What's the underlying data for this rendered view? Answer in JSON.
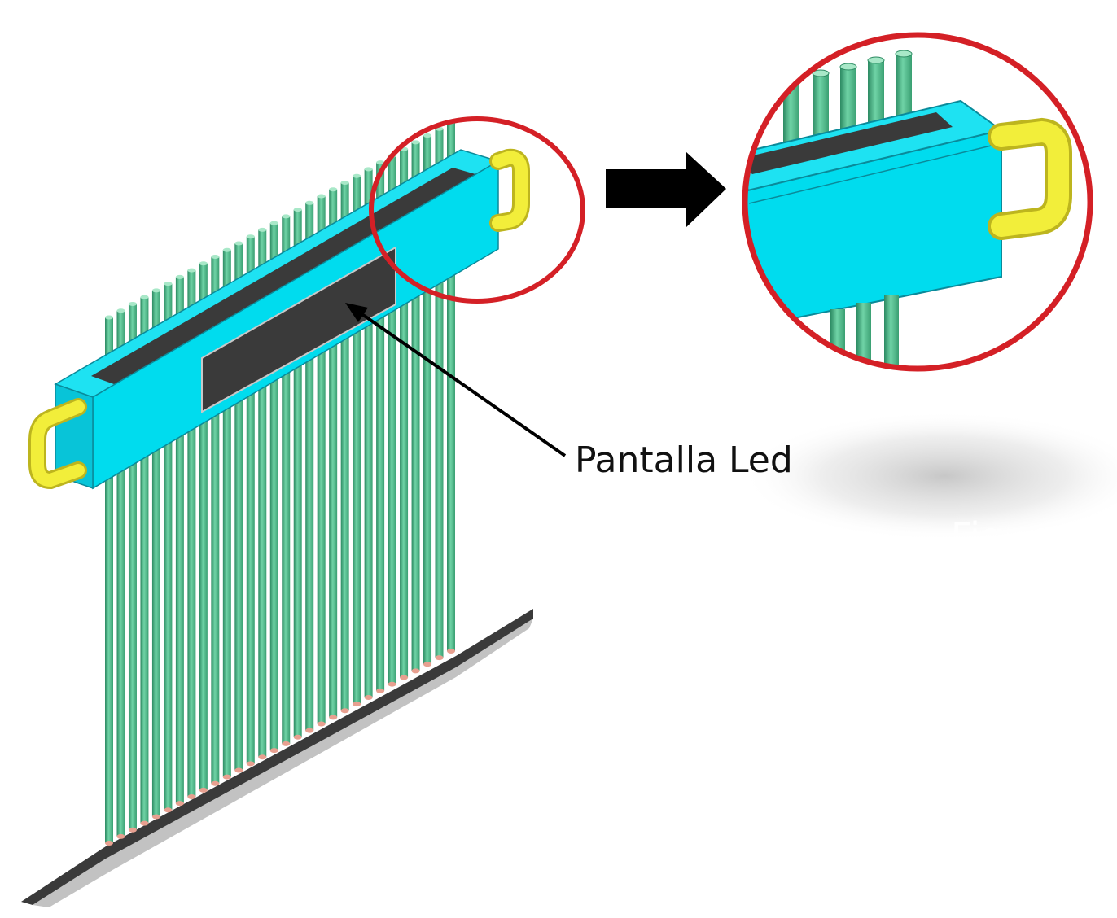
{
  "annotation": {
    "label": "Pantalla Led"
  },
  "background_text": "Figur",
  "rod_count": 30,
  "colors": {
    "box": "#00dcee",
    "box_top": "#20e6f4",
    "box_dark": "#08b8cc",
    "panel": "#3a3a3a",
    "rod": "#5fc79a",
    "rod_shade": "#2c8a62",
    "rod_highlight": "#a8e8c8",
    "handle": "#f2ee3a",
    "handle_shade": "#bdb51e",
    "circle": "#d42026",
    "arrow": "#000000",
    "base": "#3a3a3a"
  },
  "icons": {
    "arrow": "right-arrow-icon"
  }
}
